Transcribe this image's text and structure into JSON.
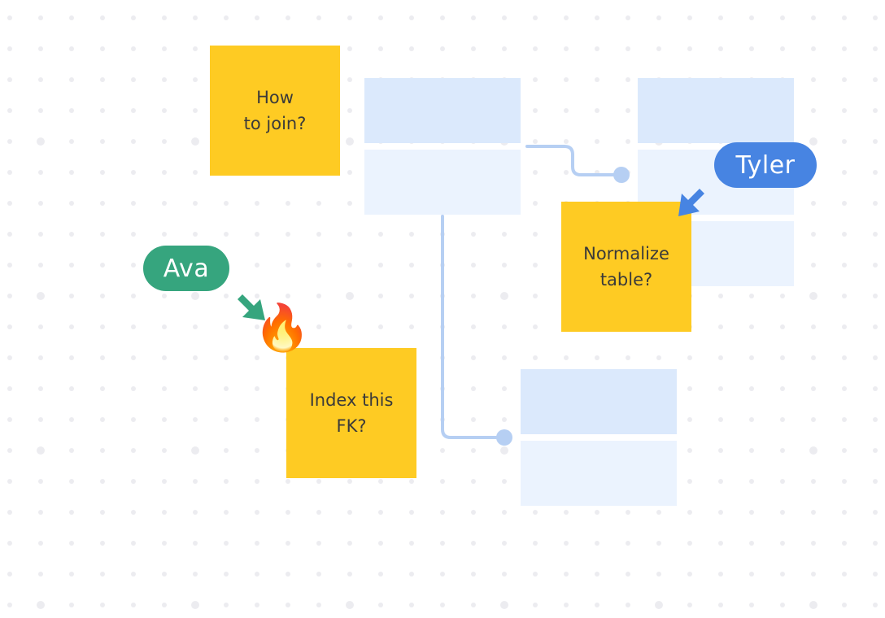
{
  "board": {
    "background": "#ffffff",
    "grid_dot_color": "#ececf0"
  },
  "colors": {
    "sticky": "#fecb23",
    "sticky_text": "#3a3a3a",
    "table_header": "#dbe9fc",
    "table_row": "#ebf3fe",
    "connector": "#b6cff3",
    "ava": "#36a57e",
    "tyler": "#4784e2"
  },
  "stickies": [
    {
      "id": "how-to-join",
      "text": "How\nto join?"
    },
    {
      "id": "normalize-table",
      "text": "Normalize\ntable?"
    },
    {
      "id": "index-fk",
      "text": "Index this\nFK?"
    }
  ],
  "tables": [
    {
      "id": "table-left",
      "rows": [
        "header",
        "body"
      ]
    },
    {
      "id": "table-right",
      "rows": [
        "header",
        "body",
        "body"
      ]
    },
    {
      "id": "table-bottom",
      "rows": [
        "header",
        "body"
      ]
    }
  ],
  "collaborators": [
    {
      "name": "Ava",
      "color": "#36a57e"
    },
    {
      "name": "Tyler",
      "color": "#4784e2"
    }
  ],
  "reactions": [
    {
      "emoji": "🔥",
      "label": "fire-reaction"
    }
  ]
}
